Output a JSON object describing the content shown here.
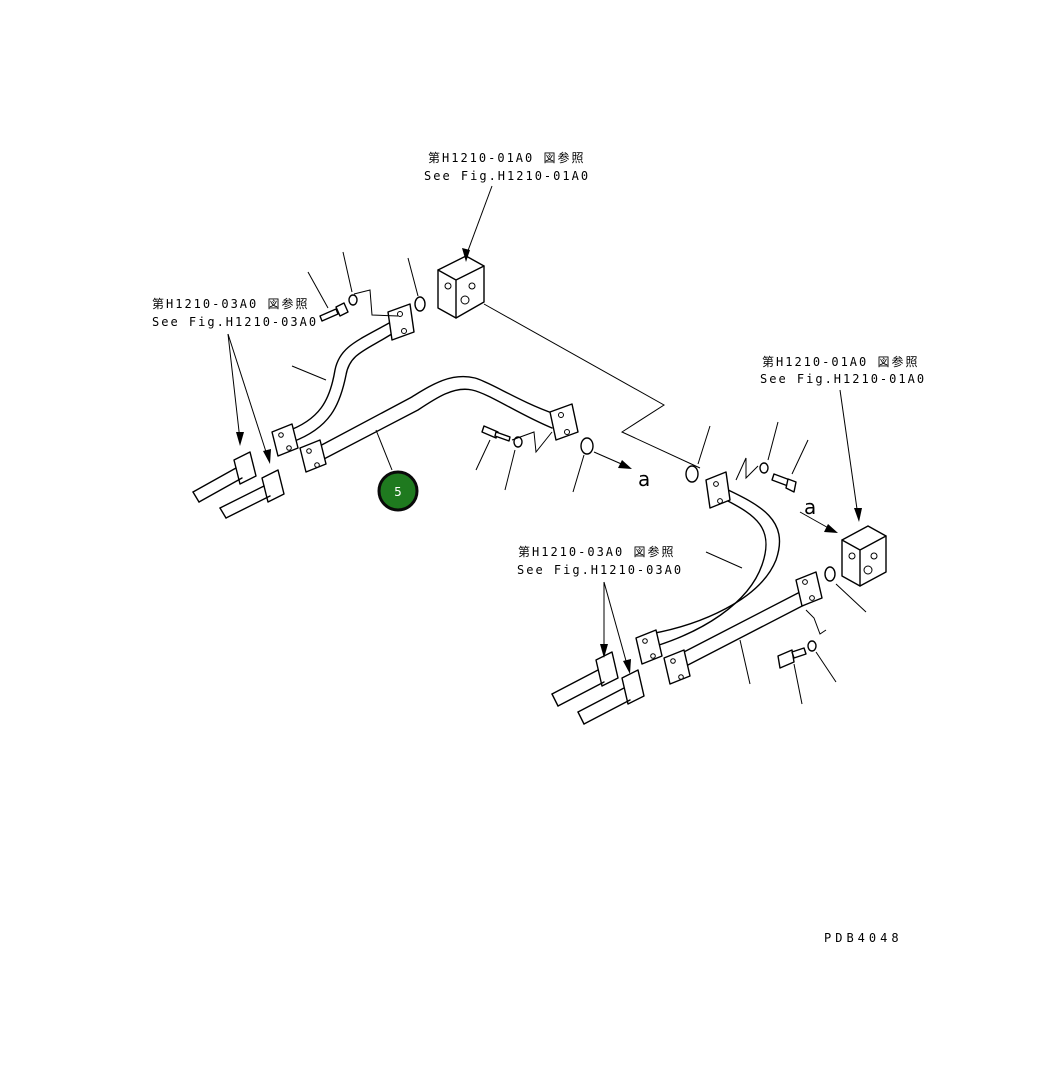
{
  "references": {
    "top_center_jp": "第H1210-01A0 図参照",
    "top_center_en": "See Fig.H1210-01A0",
    "left_jp": "第H1210-03A0 図参照",
    "left_en": "See Fig.H1210-03A0",
    "right_jp": "第H1210-01A0 図参照",
    "right_en": "See Fig.H1210-01A0",
    "lower_jp": "第H1210-03A0 図参照",
    "lower_en": "See Fig.H1210-03A0"
  },
  "connection_labels": {
    "a_left": "a",
    "a_right": "a"
  },
  "callouts": [
    {
      "id": "5",
      "label": "5",
      "color": "#1f7a1f"
    }
  ],
  "drawing_code": "PDB4048"
}
